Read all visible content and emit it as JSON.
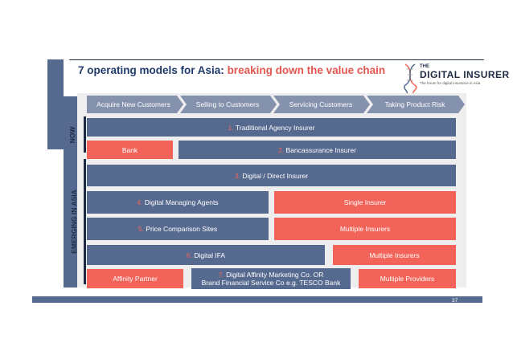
{
  "title": {
    "prefix": "7 operating models for Asia:",
    "highlight": "breaking down the value chain"
  },
  "logo": {
    "line1": "THE",
    "line2": "DIGITAL INSURER",
    "line3": "The forum for digital insurance in Asia"
  },
  "section_labels": {
    "now": "NOW",
    "emerging": "EMERGING IN ASIA"
  },
  "value_chain": [
    "Acquire New Customers",
    "Selling to Customers",
    "Servicing Customers",
    "Taking Product Risk"
  ],
  "models": {
    "m1": {
      "num": "1.",
      "label": "Traditional Agency Insurer"
    },
    "bank": "Bank",
    "m2": {
      "num": "2.",
      "label": "Bancassurance Insurer"
    },
    "m3": {
      "num": "3.",
      "label": "Digital / Direct Insurer"
    },
    "m4": {
      "num": "4.",
      "label": "Digital Managing Agents"
    },
    "single_insurer": "Single Insurer",
    "m5": {
      "num": "5.",
      "label": "Price Comparison Sites"
    },
    "multiple_insurers_1": "Multiple Insurers",
    "m6": {
      "num": "6.",
      "label": "Digital IFA"
    },
    "multiple_insurers_2": "Multiple Insurers",
    "affinity_partner": "Affinity Partner",
    "m7": {
      "num": "7.",
      "label": "Digital Affinity Marketing Co. OR",
      "line2": "Brand Financial Service Co e.g. TESCO Bank"
    },
    "multiple_providers": "Multiple Providers"
  },
  "colors": {
    "blue": "#56698f",
    "red": "#f2645a",
    "navy": "#1f2a44"
  },
  "page_number": "37"
}
